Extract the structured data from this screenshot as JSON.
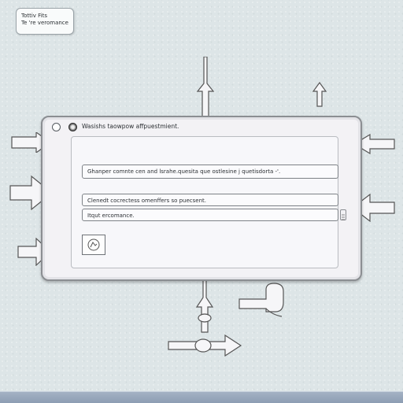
{
  "tooltip": {
    "line1": "Tottiv Fits",
    "line2": "Te 're veromance."
  },
  "window": {
    "title": "Wasishs taowpow affpuestmient.",
    "field1_text": "Ghanper comnte cen and lsrahe.quesita que ostlesine j quetisdorta -'.",
    "field2_text": "Clenedt cocrectess omenffers so puecsent.",
    "field3_text": "Itqut ercomance."
  },
  "icons": {
    "thumb": "image-icon",
    "handle": "resize-handle-icon"
  },
  "colors": {
    "background": "#dde5e7",
    "window_border": "#8b8e92",
    "footer": "#8d9db3"
  }
}
